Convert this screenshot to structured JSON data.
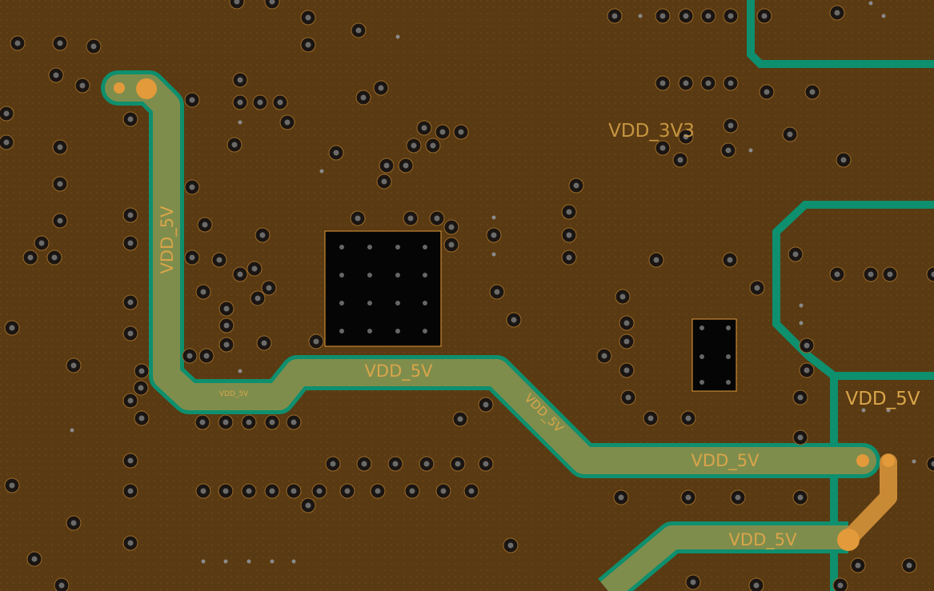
{
  "board": {
    "background": "#5a3a12",
    "copper_outline_color": "#0e8f6e",
    "trace_fill_color": "#7f8d4c",
    "via_color": "#1a1512",
    "pad_color": "#e39a3a"
  },
  "labels": {
    "vdd_5v_vertical": "VDD_5V",
    "vdd_5v_center": "VDD_5V",
    "vdd_5v_small": "VDD_5V",
    "vdd_5v_diagonal": "VDD_5V",
    "vdd_5v_lower": "VDD_5V",
    "vdd_5v_bottom": "VDD_5V",
    "vdd_5v_right": "VDD_5V",
    "vdd_3v3": "VDD_3V3"
  }
}
